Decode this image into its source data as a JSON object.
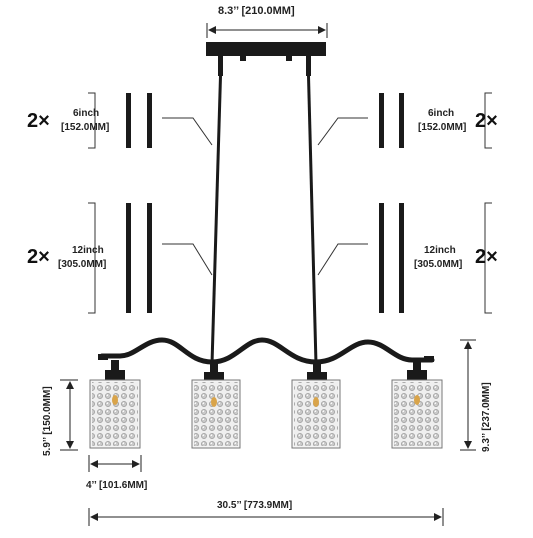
{
  "dimensions": {
    "canopy_width": "8.3’’ [210.0MM]",
    "shade_height": "5.9’’ [150.0MM]",
    "shade_width": "4’’ [101.6MM]",
    "total_length": "30.5’’ [773.9MM]",
    "fixture_height": "9.3’’ [237.0MM]"
  },
  "rods": {
    "short": {
      "qty": "2×",
      "inch": "6inch",
      "mm": "[152.0MM]"
    },
    "long": {
      "qty": "2×",
      "inch": "12inch",
      "mm": "[305.0MM]"
    }
  },
  "colors": {
    "metal": "#1a1a1a",
    "line": "#222222",
    "crystal": "#c9c9c9"
  }
}
